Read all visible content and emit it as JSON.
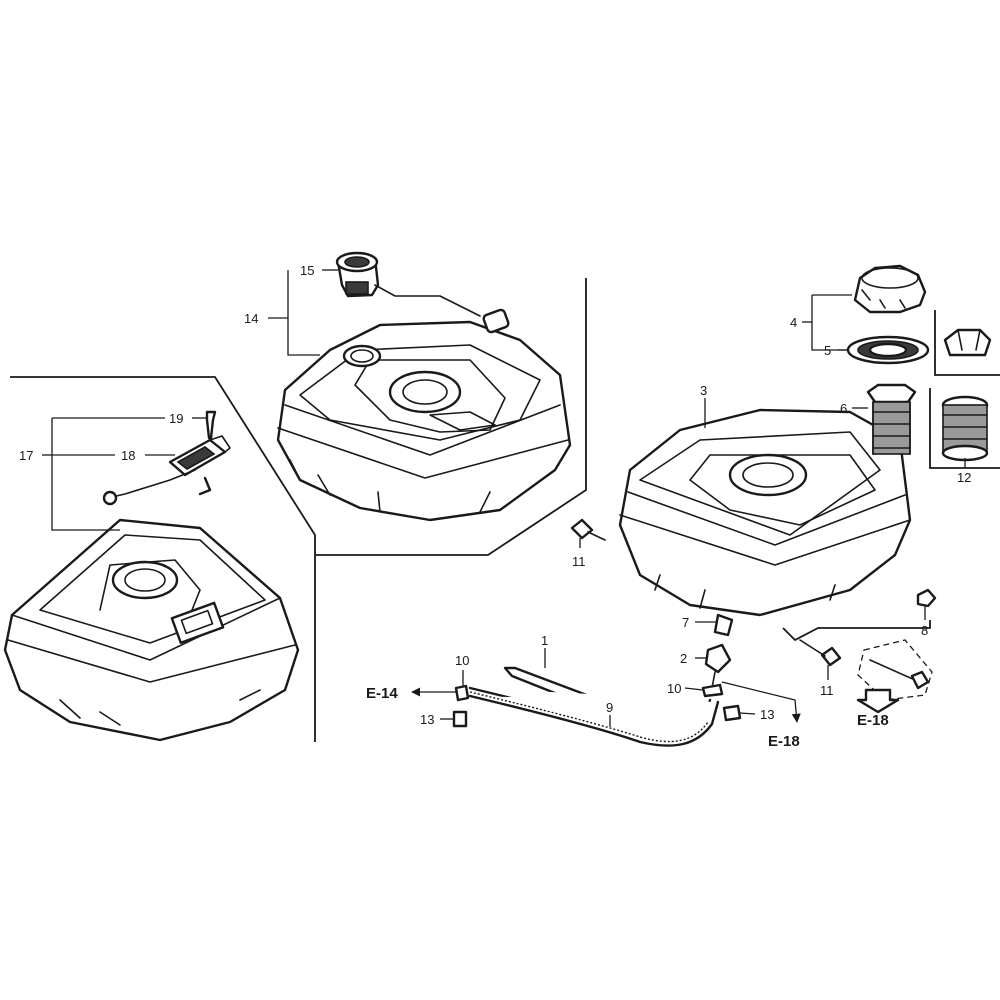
{
  "diagram": {
    "callouts": {
      "c1": "1",
      "c2": "2",
      "c3": "3",
      "c4": "4",
      "c5": "5",
      "c6": "6",
      "c7": "7",
      "c8": "8",
      "c9": "9",
      "c10a": "10",
      "c10b": "10",
      "c11a": "11",
      "c11b": "11",
      "c12": "12",
      "c13a": "13",
      "c13b": "13",
      "c14": "14",
      "c15": "15",
      "c17": "17",
      "c18": "18",
      "c19": "19"
    },
    "references": {
      "ref_e14": "E-14",
      "ref_e18a": "E-18",
      "ref_e18b": "E-18"
    }
  }
}
